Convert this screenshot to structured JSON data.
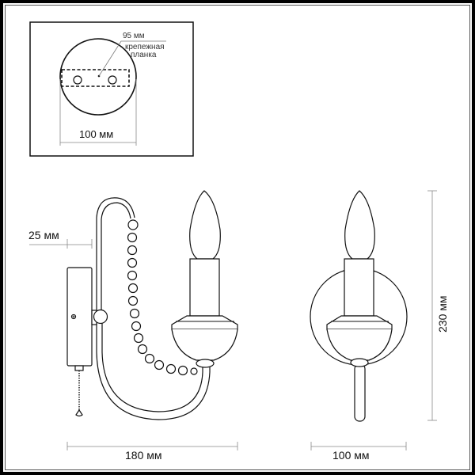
{
  "drawing": {
    "subject": "single-arm candle wall sconce with bead chain and pull switch",
    "views": [
      "mounting-plate inset",
      "side view",
      "front view"
    ]
  },
  "inset": {
    "plate_width_label": "100 мм",
    "bracket_width_label": "95 мм",
    "bracket_label_line1": "крепежная",
    "bracket_label_line2": "планка"
  },
  "side_view": {
    "depth_label": "180 мм",
    "offset_label": "25 мм"
  },
  "front_view": {
    "width_label": "100 мм",
    "height_label": "230 мм"
  },
  "colors": {
    "line": "#111111",
    "dimension_line": "#777777",
    "frame": "#000000"
  }
}
